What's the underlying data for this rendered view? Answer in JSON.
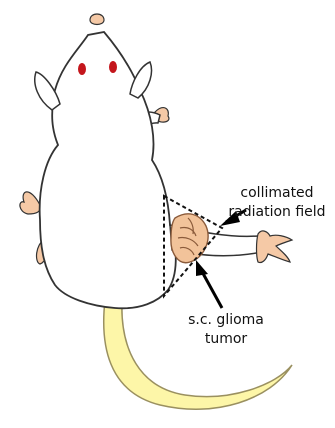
{
  "labels": {
    "field": {
      "line1": "collimated",
      "line2": "radiation field"
    },
    "tumor": {
      "line1": "s.c. glioma",
      "line2": "tumor"
    }
  },
  "colors": {
    "body_fill": "#ffffff",
    "outline": "#333333",
    "ear_nose_paw": "#f5c9a6",
    "eye": "#c4161c",
    "tail": "#fdf6a8",
    "tail_outline": "#9a9060",
    "tumor_fill": "#f2c39a",
    "tumor_lines": "#8a5a3a",
    "dashed_field": "#111111",
    "arrow": "#000000"
  }
}
